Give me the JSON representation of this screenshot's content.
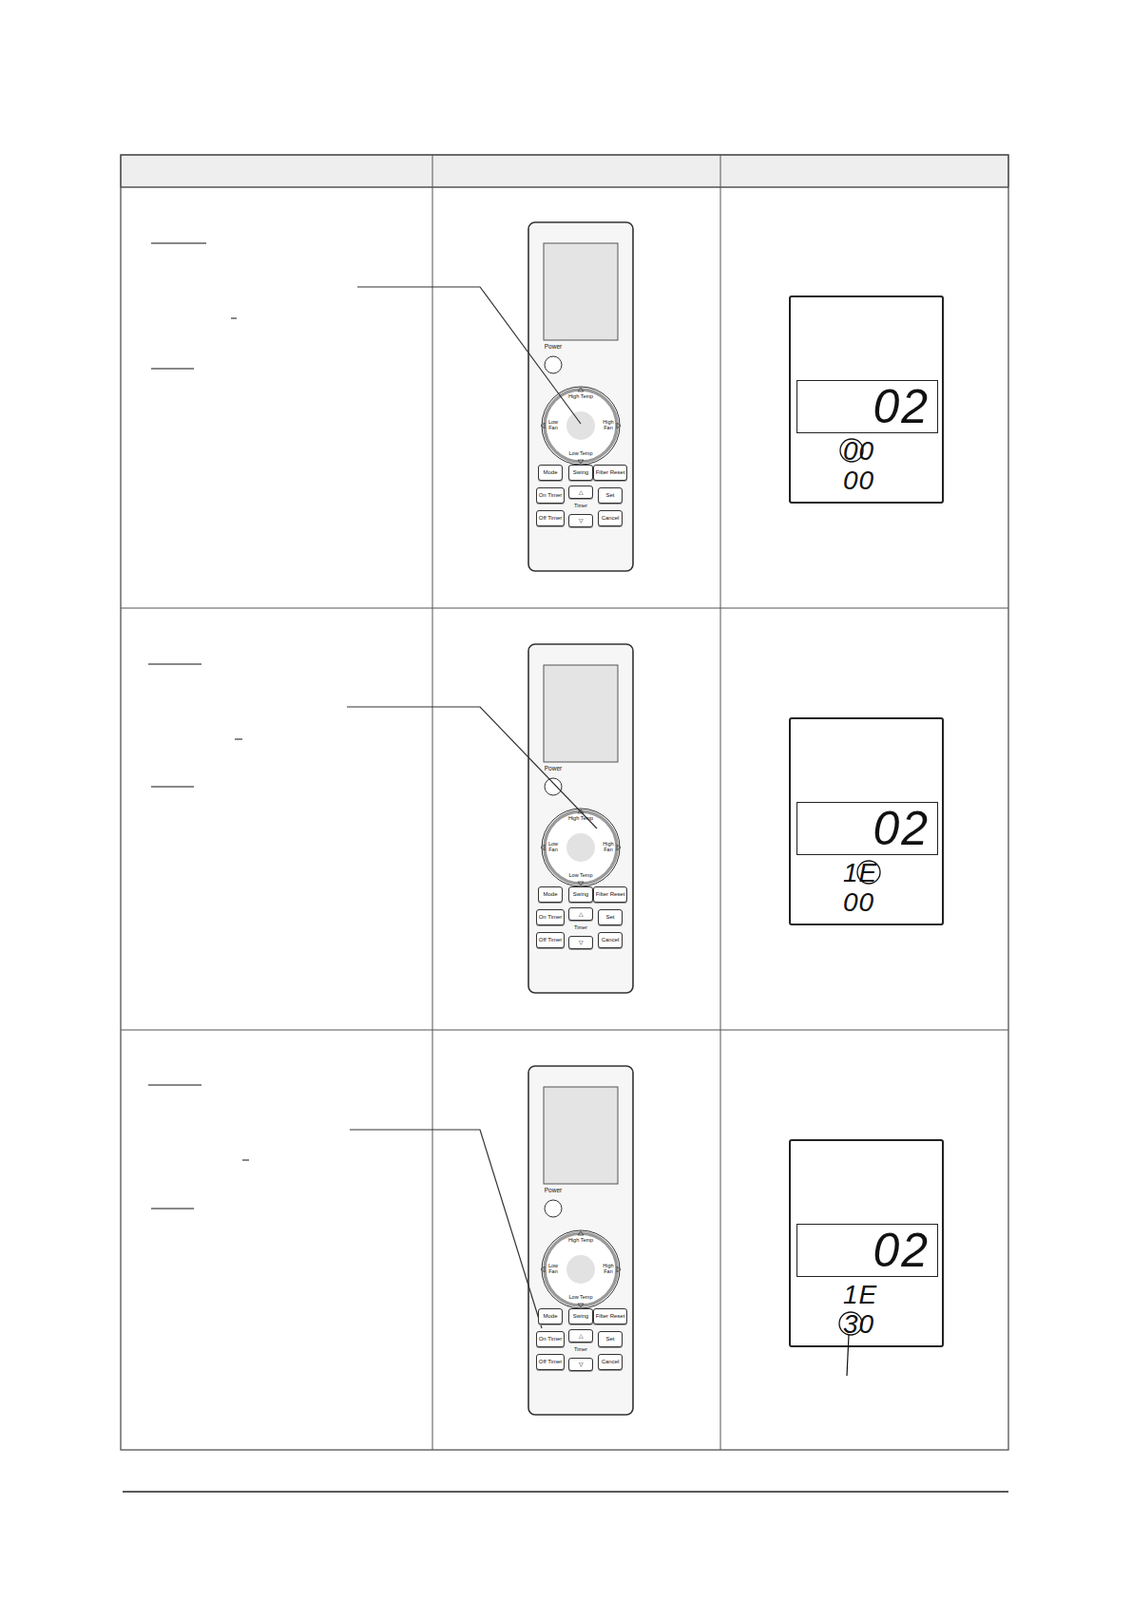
{
  "diagram": {
    "nodes": [
      {
        "text": [
          "Mode"
        ]
      },
      {
        "text": [
          "Swing"
        ]
      },
      {
        "text": [
          "Filter Reset"
        ]
      },
      {
        "text": [
          "On Timer"
        ]
      },
      {
        "text": [
          "△"
        ]
      },
      {
        "text": [
          "Set"
        ]
      },
      {
        "text": [
          "Off Timer"
        ]
      },
      {
        "text": [
          "▽"
        ]
      },
      {
        "text": [
          "Cancel"
        ]
      },
      {
        "text": [
          "00",
          "00"
        ]
      },
      {
        "text": [
          "02"
        ],
        "in": 9
      },
      {
        "text": [
          "Mode"
        ]
      },
      {
        "text": [
          "Swing"
        ]
      },
      {
        "text": [
          "Filter Reset"
        ]
      },
      {
        "text": [
          "On Timer"
        ]
      },
      {
        "text": [
          "△"
        ]
      },
      {
        "text": [
          "Set"
        ]
      },
      {
        "text": [
          "Off Timer"
        ]
      },
      {
        "text": [
          "▽"
        ]
      },
      {
        "text": [
          "Cancel"
        ]
      },
      {
        "text": [
          "1E",
          "00"
        ]
      },
      {
        "text": [
          "02"
        ],
        "in": 20
      },
      {
        "text": [
          "Mode"
        ]
      },
      {
        "text": [
          "Swing"
        ]
      },
      {
        "text": [
          "Filter Reset"
        ]
      },
      {
        "text": [
          "On Timer"
        ]
      },
      {
        "text": [
          "△"
        ]
      },
      {
        "text": [
          "Set"
        ]
      },
      {
        "text": [
          "Off Timer"
        ]
      },
      {
        "text": [
          "▽"
        ]
      },
      {
        "text": [
          "Cancel"
        ]
      },
      {
        "text": [
          "1E",
          "30"
        ]
      },
      {
        "text": [
          "02"
        ],
        "in": 31
      }
    ],
    "labels": [
      "Power",
      "High Temp",
      "Low Fan",
      "High Fan",
      "Low Temp",
      "Timer",
      "Power",
      "High Temp",
      "Low Fan",
      "High Fan",
      "Low Temp",
      "Timer",
      "Power",
      "High Temp",
      "Low Fan",
      "High Fan",
      "Low Temp",
      "Timer"
    ]
  }
}
